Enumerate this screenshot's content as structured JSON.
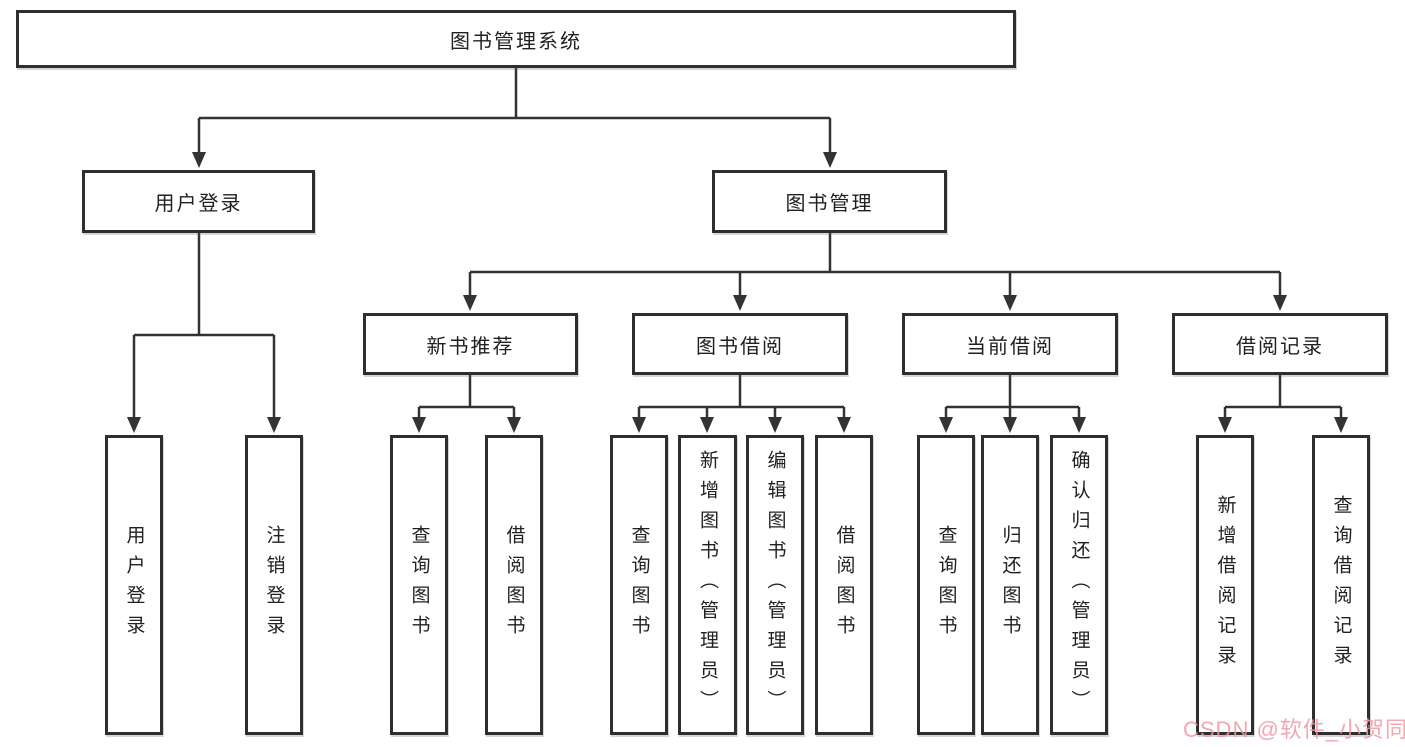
{
  "nodes": {
    "root": "图书管理系统",
    "user_login": "用户登录",
    "book_mgmt": "图书管理",
    "new_book_rec": "新书推荐",
    "book_borrow": "图书借阅",
    "current_borrow": "当前借阅",
    "borrow_record": "借阅记录",
    "ul_user_login": "用户登录",
    "ul_logout": "注销登录",
    "nbr_query_book": "查询图书",
    "nbr_borrow_book": "借阅图书",
    "bb_query_book": "查询图书",
    "bb_add_book": "新增图书（管理员）",
    "bb_edit_book": "编辑图书（管理员）",
    "bb_borrow_book": "借阅图书",
    "cb_query_book": "查询图书",
    "cb_return_book": "归还图书",
    "cb_confirm_return": "确认归还（管理员）",
    "br_add_record": "新增借阅记录",
    "br_query_record": "查询借阅记录"
  },
  "watermark": "CSDN @软件_小贺同学",
  "colors": {
    "line": "#333333",
    "box_border": "#2e2e2e",
    "text": "#212121",
    "watermark": "#f09aa0",
    "background": "#ffffff"
  }
}
